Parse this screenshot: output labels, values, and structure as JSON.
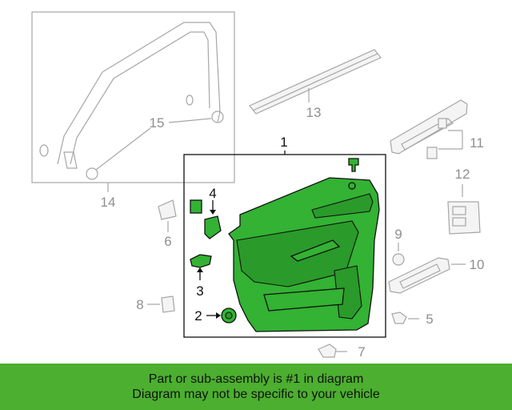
{
  "callouts": {
    "c1": "1",
    "c2": "2",
    "c3": "3",
    "c4": "4",
    "c5": "5",
    "c6": "6",
    "c7": "7",
    "c8": "8",
    "c9": "9",
    "c10": "10",
    "c11": "11",
    "c12": "12",
    "c13": "13",
    "c14": "14",
    "c15": "15"
  },
  "highlighted_part": "1",
  "banner": {
    "line1": "Part or sub-assembly is #1 in diagram",
    "line2": "Diagram may not be specific to your vehicle"
  },
  "colors": {
    "highlight": "#33b233",
    "banner_bg": "#4caf2f",
    "ghost_line": "#a6a6a6"
  }
}
